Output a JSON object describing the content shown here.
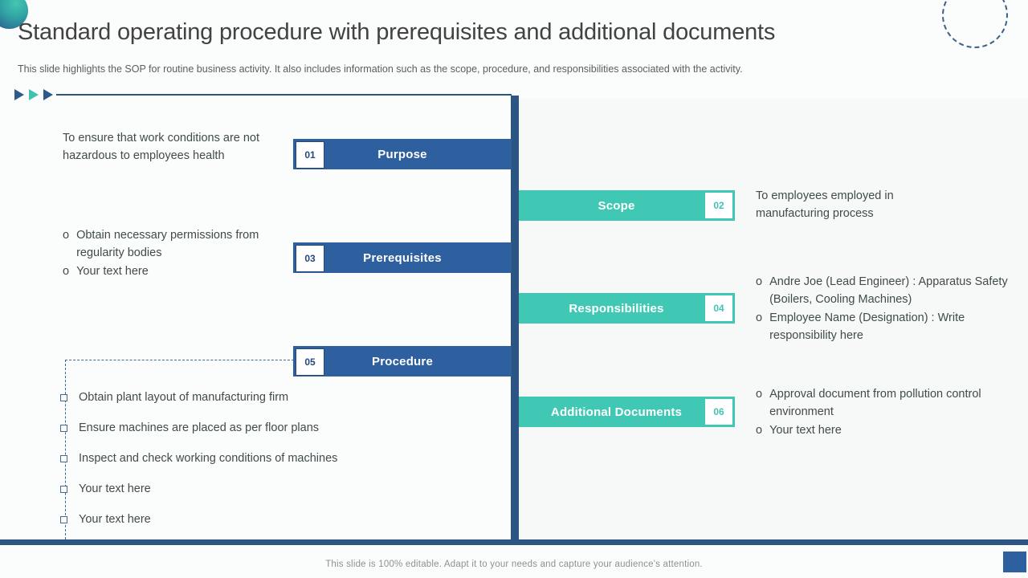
{
  "slide": {
    "title": "Standard operating procedure with prerequisites and additional documents",
    "subtitle": "This slide highlights the SOP for routine business activity. It also includes information such as the scope, procedure, and responsibilities associated with the activity.",
    "footer": "This slide is 100% editable. Adapt it to your needs and capture your audience's attention."
  },
  "colors": {
    "dark_blue_bar": "#2e5f9e",
    "spine_blue": "#2d5584",
    "teal_bar": "#41c8b5",
    "title_gray": "#424242",
    "body_gray": "#414b4b"
  },
  "sections": {
    "purpose": {
      "number": "01",
      "label": "Purpose",
      "text": "To ensure that work conditions are not hazardous to employees health"
    },
    "scope": {
      "number": "02",
      "label": "Scope",
      "text": "To employees employed in manufacturing process"
    },
    "prerequisites": {
      "number": "03",
      "label": "Prerequisites",
      "bullets": [
        "Obtain necessary permissions from regularity bodies",
        "Your text here"
      ]
    },
    "responsibilities": {
      "number": "04",
      "label": "Responsibilities",
      "bullets": [
        "Andre Joe (Lead Engineer) : Apparatus Safety (Boilers, Cooling Machines)",
        "Employee Name (Designation) : Write responsibility here"
      ]
    },
    "procedure": {
      "number": "05",
      "label": "Procedure",
      "items": [
        "Obtain plant layout of manufacturing firm",
        "Ensure machines are placed as per floor plans",
        "Inspect and check working conditions of machines",
        "Your text here",
        "Your text here"
      ]
    },
    "additional_documents": {
      "number": "06",
      "label": "Additional Documents",
      "bullets": [
        "Approval document from pollution control environment",
        "Your text here"
      ]
    }
  }
}
